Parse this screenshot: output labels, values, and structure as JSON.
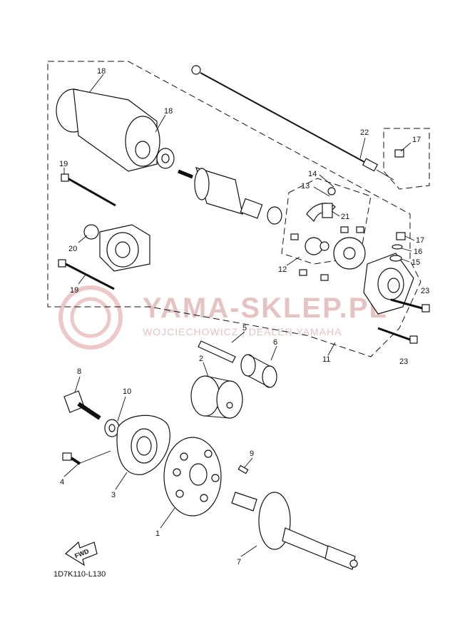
{
  "diagram": {
    "reference_code": "1D7K110-L130",
    "fwd_label": "FWD",
    "watermark": {
      "main": "YAMA-SKLEP.PL",
      "sub": "WOJCIECHOWICZ | DEALER YAMAHA"
    },
    "callouts": [
      {
        "id": "c18a",
        "text": "18"
      },
      {
        "id": "c18b",
        "text": "18"
      },
      {
        "id": "c19a",
        "text": "19"
      },
      {
        "id": "c20",
        "text": "20"
      },
      {
        "id": "c19b",
        "text": "19"
      },
      {
        "id": "c22",
        "text": "22"
      },
      {
        "id": "c17a",
        "text": "17"
      },
      {
        "id": "c14",
        "text": "14"
      },
      {
        "id": "c13",
        "text": "13"
      },
      {
        "id": "c21",
        "text": "21"
      },
      {
        "id": "c17b",
        "text": "17"
      },
      {
        "id": "c16",
        "text": "16"
      },
      {
        "id": "c15",
        "text": "15"
      },
      {
        "id": "c12",
        "text": "12"
      },
      {
        "id": "c23a",
        "text": "23"
      },
      {
        "id": "c23b",
        "text": "23"
      },
      {
        "id": "c5",
        "text": "5"
      },
      {
        "id": "c6",
        "text": "6"
      },
      {
        "id": "c11",
        "text": "11"
      },
      {
        "id": "c2",
        "text": "2"
      },
      {
        "id": "c8",
        "text": "8"
      },
      {
        "id": "c10",
        "text": "10"
      },
      {
        "id": "c9",
        "text": "9"
      },
      {
        "id": "c4",
        "text": "4"
      },
      {
        "id": "c3",
        "text": "3"
      },
      {
        "id": "c1",
        "text": "1"
      },
      {
        "id": "c7",
        "text": "7"
      }
    ]
  }
}
